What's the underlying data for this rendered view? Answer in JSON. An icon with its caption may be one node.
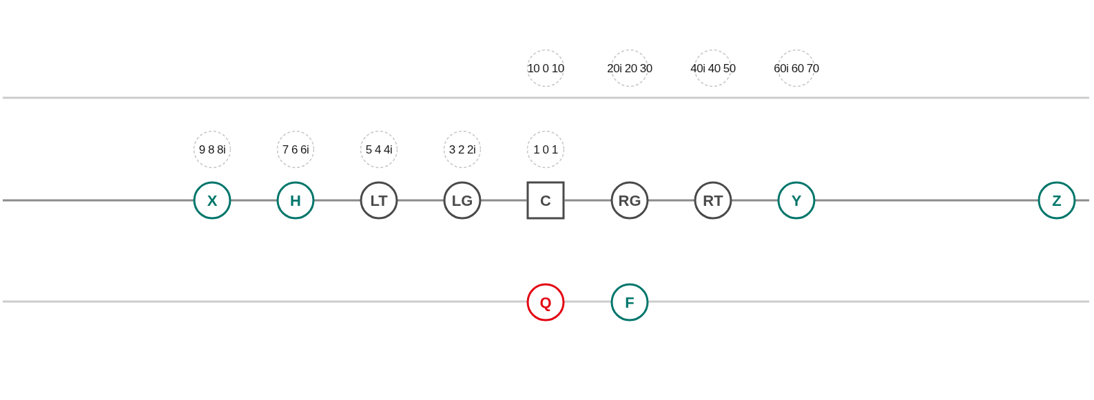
{
  "diagram": {
    "nodes": [
      {
        "text": [
          "10 0 10"
        ]
      },
      {
        "text": [
          "20i 20 30"
        ]
      },
      {
        "text": [
          "40i 40 50"
        ]
      },
      {
        "text": [
          "60i 60 70"
        ]
      },
      {
        "text": [
          "9 8 8i"
        ]
      },
      {
        "text": [
          "7 6 6i"
        ]
      },
      {
        "text": [
          "5 4 4i"
        ]
      },
      {
        "text": [
          "3 2 2i"
        ]
      },
      {
        "text": [
          "1 0 1"
        ]
      },
      {
        "text": [
          "X"
        ]
      },
      {
        "text": [
          "H"
        ]
      },
      {
        "text": [
          "LT"
        ]
      },
      {
        "text": [
          "LG"
        ]
      },
      {
        "text": [
          "C"
        ]
      },
      {
        "text": [
          "RG"
        ]
      },
      {
        "text": [
          "RT"
        ]
      },
      {
        "text": [
          "Y"
        ]
      },
      {
        "text": [
          "Z"
        ]
      },
      {
        "text": [
          "Q"
        ]
      },
      {
        "text": [
          "F"
        ]
      }
    ]
  }
}
